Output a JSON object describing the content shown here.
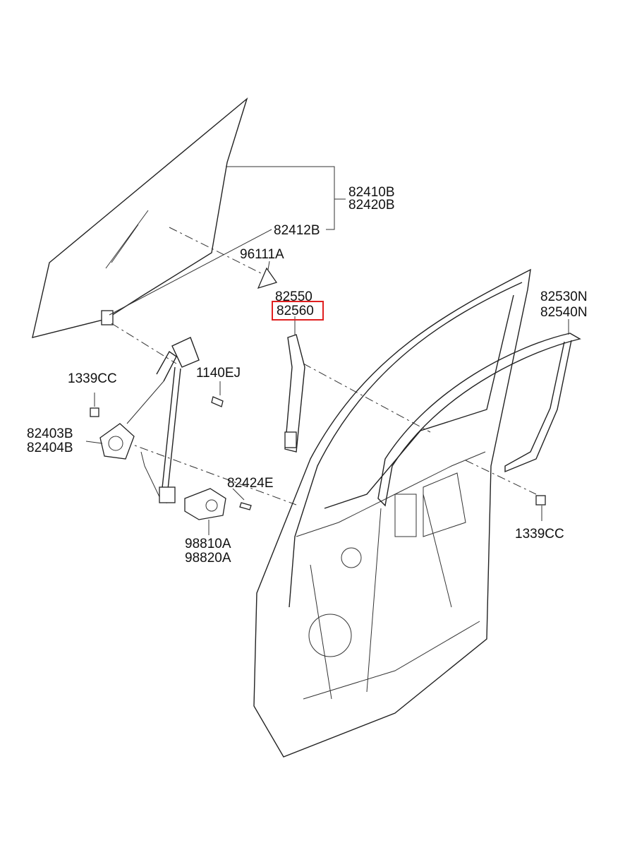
{
  "labels": {
    "glass_1": "82410B",
    "glass_2": "82420B",
    "glass_sub": "82412B",
    "pad": "96111A",
    "channel_1": "82550",
    "channel_2": "82560",
    "weatherstrip_1": "82530N",
    "weatherstrip_2": "82540N",
    "nut_left": "1339CC",
    "bolt": "1140EJ",
    "regulator_1": "82403B",
    "regulator_2": "82404B",
    "screw": "82424E",
    "motor_1": "98810A",
    "motor_2": "98820A",
    "nut_right": "1339CC"
  },
  "highlight": {
    "part": "82560",
    "color": "#e02020"
  },
  "colors": {
    "line": "#222222",
    "background": "#ffffff"
  }
}
